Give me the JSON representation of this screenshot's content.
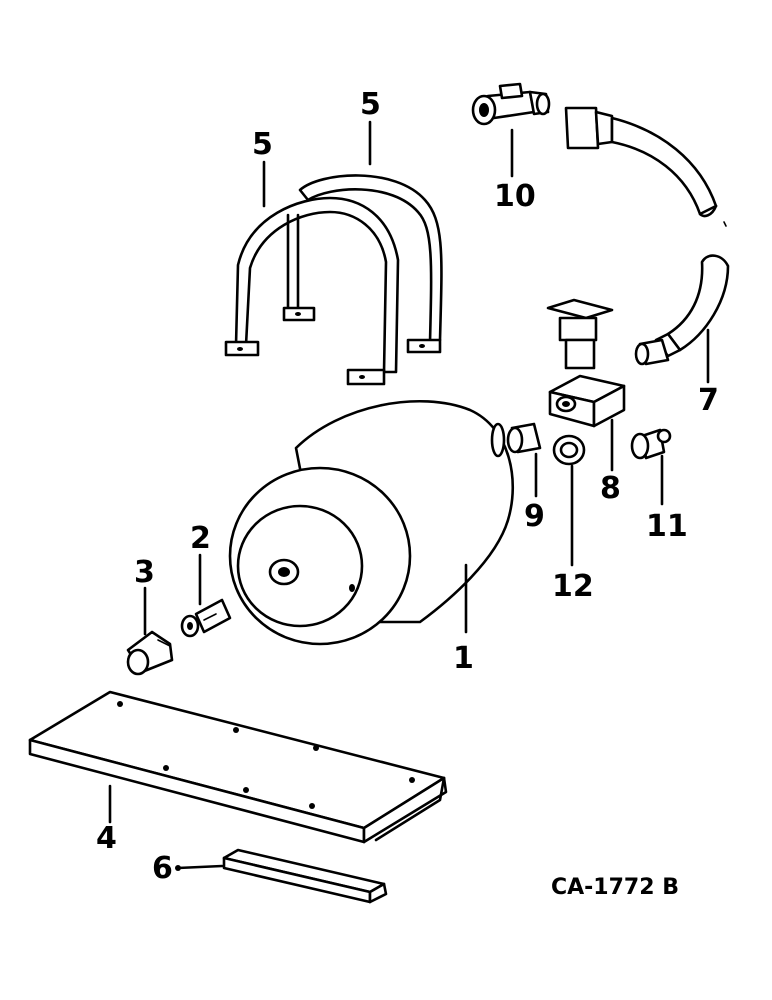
{
  "callouts": {
    "c1": "1",
    "c2": "2",
    "c3": "3",
    "c4": "4",
    "c5a": "5",
    "c5b": "5",
    "c6": "6",
    "c7": "7",
    "c8": "8",
    "c9": "9",
    "c10": "10",
    "c11": "11",
    "c12": "12"
  },
  "drawing_code": "CA-1772 B"
}
